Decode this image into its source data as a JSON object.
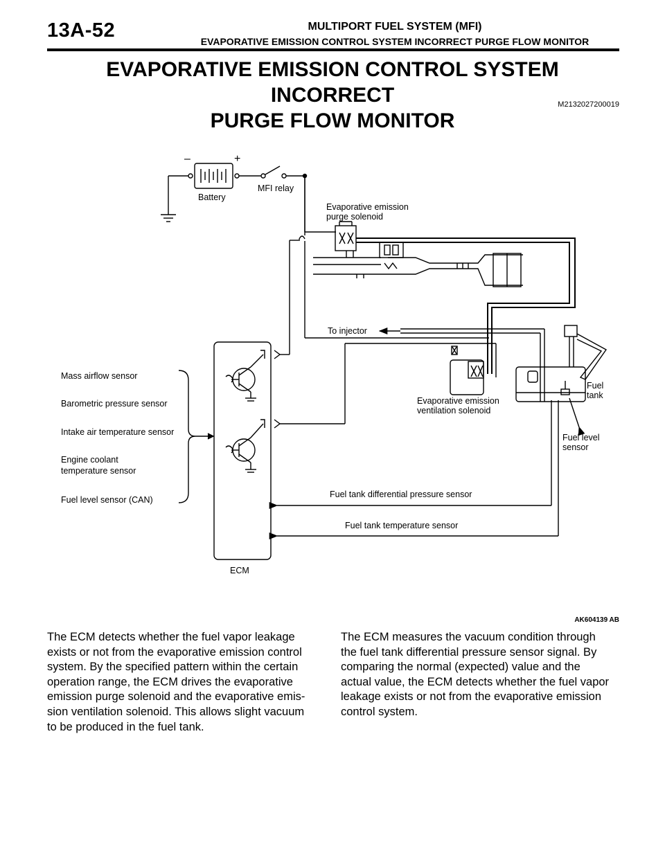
{
  "header": {
    "page_number": "13A-52",
    "chapter_title": "MULTIPORT FUEL SYSTEM (MFI)",
    "section_title": "EVAPORATIVE EMISSION CONTROL SYSTEM INCORRECT PURGE FLOW MONITOR"
  },
  "title": {
    "line1": "EVAPORATIVE EMISSION CONTROL SYSTEM INCORRECT",
    "line2": "PURGE FLOW MONITOR",
    "doc_id": "M2132027200019"
  },
  "diagram": {
    "figure_id": "AK604139 AB",
    "labels": {
      "battery": "Battery",
      "mfi_relay": "MFI relay",
      "purge_solenoid_1": "Evaporative emission",
      "purge_solenoid_2": "purge solenoid",
      "to_injector": "To injector",
      "vent_solenoid_1": "Evaporative emission",
      "vent_solenoid_2": "ventilation solenoid",
      "fuel_tank_1": "Fuel",
      "fuel_tank_2": "tank",
      "fuel_level_sensor_1": "Fuel level",
      "fuel_level_sensor_2": "sensor",
      "tank_diff_pressure": "Fuel tank differential pressure sensor",
      "tank_temperature": "Fuel tank temperature sensor",
      "ecm": "ECM",
      "minus": "–",
      "plus": "+"
    },
    "inputs": [
      "Mass airflow sensor",
      "Barometric pressure sensor",
      "Intake air temperature sensor",
      "Engine coolant",
      "temperature sensor",
      "Fuel level sensor (CAN)"
    ]
  },
  "body": {
    "left": [
      "The ECM detects whether the fuel vapor leakage",
      "exists or not from the evaporative emission control",
      "system. By the specified pattern within the certain",
      "operation range, the ECM drives the evaporative",
      "emission purge solenoid and the evaporative emis-",
      "sion ventilation solenoid. This allows slight vacuum",
      "to be produced in the fuel tank."
    ],
    "right": [
      "The ECM measures the vacuum condition through",
      "the fuel tank differential pressure sensor signal. By",
      "comparing the normal (expected) value and the",
      "actual value, the ECM detects whether the fuel vapor",
      "leakage exists or not from the evaporative emission",
      "control system."
    ]
  }
}
